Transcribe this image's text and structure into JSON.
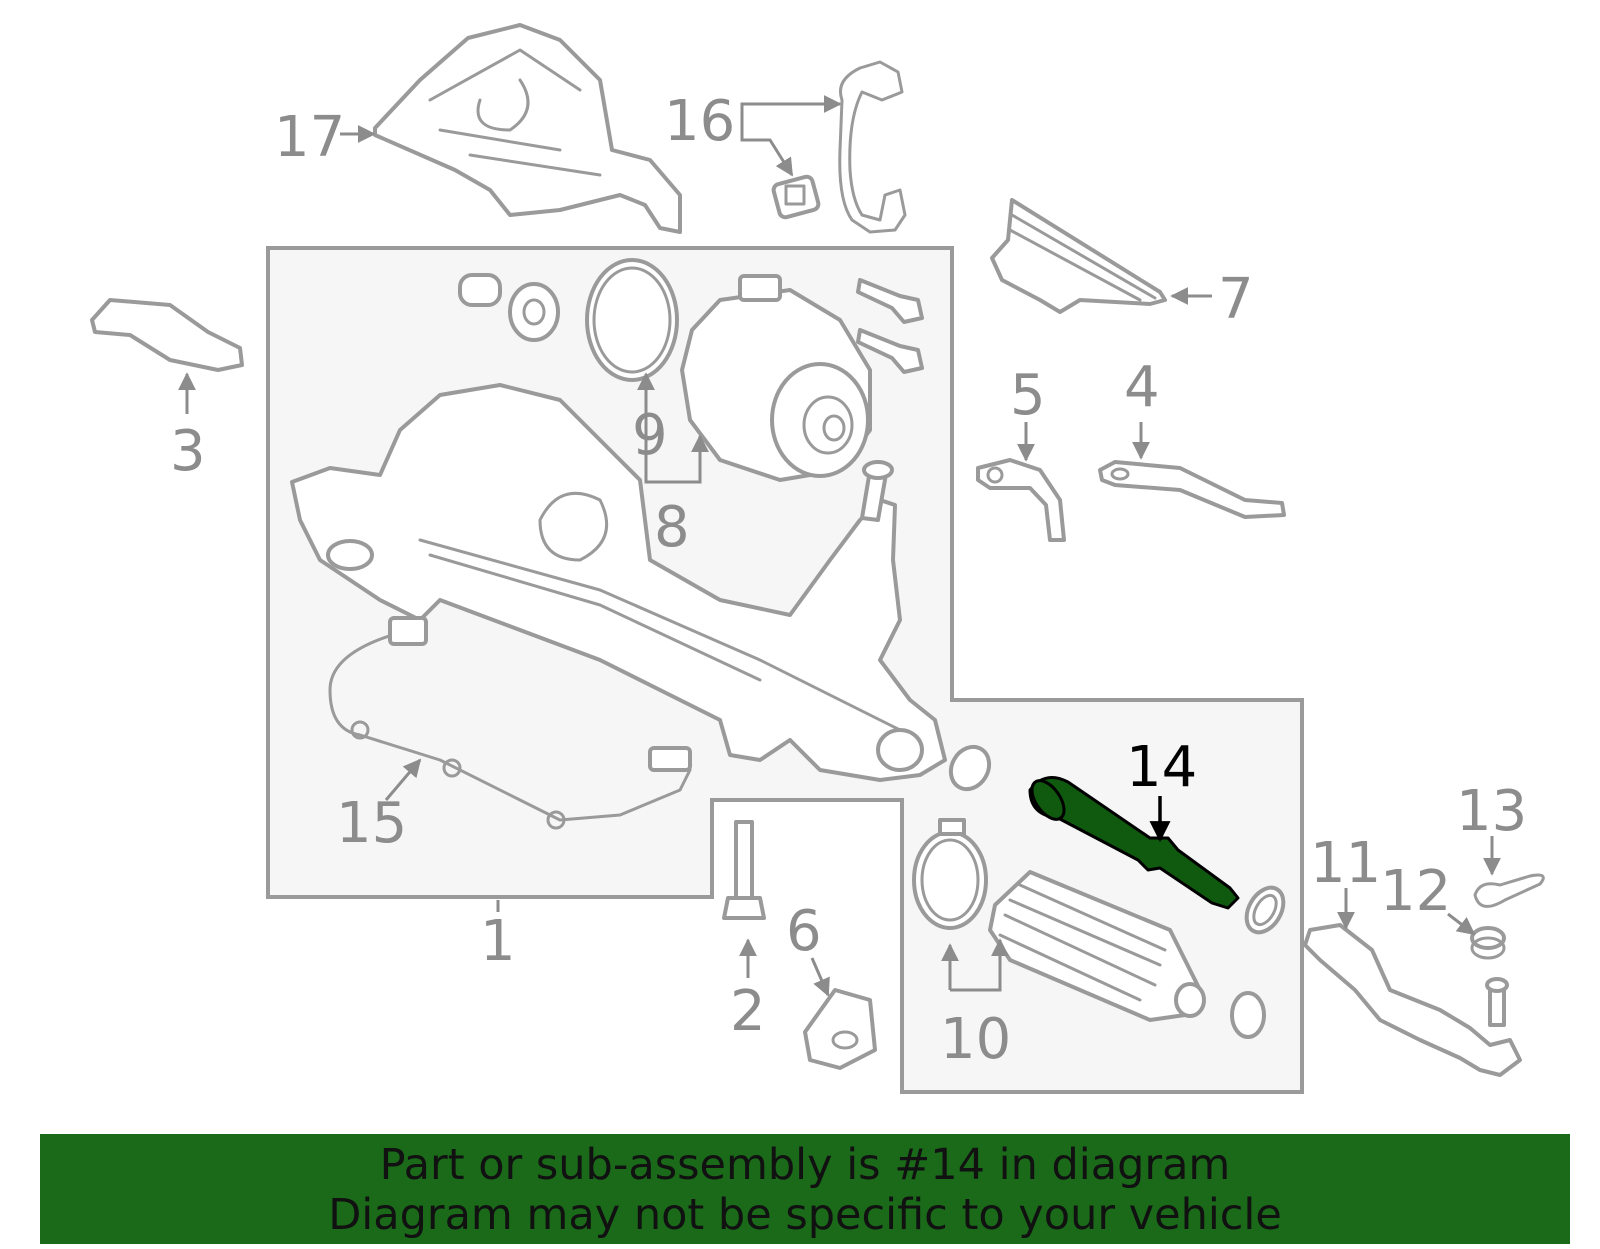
{
  "diagram": {
    "highlighted_part": "14",
    "callouts": [
      "1",
      "2",
      "3",
      "4",
      "5",
      "6",
      "7",
      "8",
      "9",
      "10",
      "11",
      "12",
      "13",
      "14",
      "15",
      "16",
      "17"
    ]
  },
  "colors": {
    "banner_bg": "#1a6a1a",
    "highlight": "#0f5a0f",
    "panel_bg": "#f6f6f6",
    "part_line": "#9a9a9a"
  },
  "banner": {
    "line1": "Part or sub-assembly is #14 in diagram",
    "line2": "Diagram may not be specific to your vehicle"
  }
}
